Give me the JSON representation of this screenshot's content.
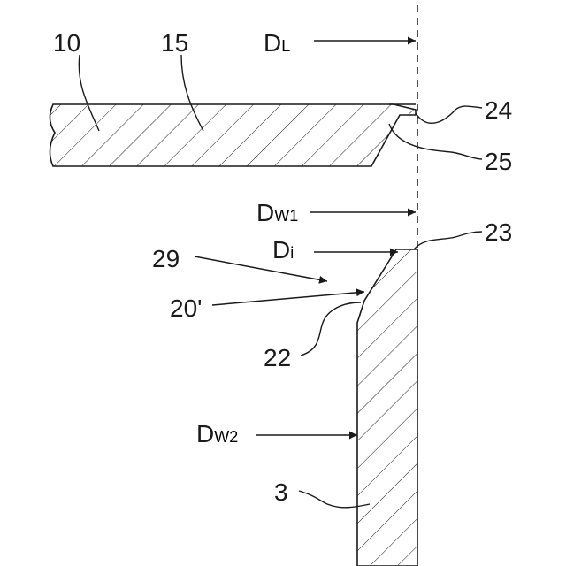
{
  "labels": {
    "part_10": "10",
    "part_15": "15",
    "dl_main": "D",
    "dl_sub": "L",
    "part_24": "24",
    "part_25": "25",
    "dw1_main": "D",
    "dw1_sub": "W1",
    "part_23": "23",
    "di_main": "D",
    "di_sub": "i",
    "part_29": "29",
    "part_20p": "20'",
    "part_22": "22",
    "dw2_main": "D",
    "dw2_sub": "W2",
    "part_3": "3"
  },
  "colors": {
    "ink": "#1a1a1a",
    "background": "#ffffff"
  }
}
